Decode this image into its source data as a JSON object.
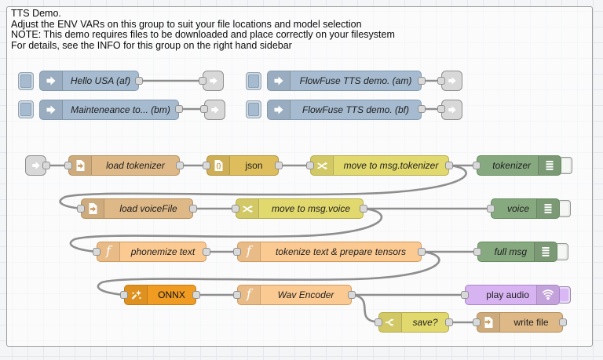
{
  "comment": {
    "line1": "TTS Demo.",
    "line2": "Adjust the ENV VARs on this group to suit your file locations and model selection",
    "line3": "NOTE: This demo requires files to be downloaded and place correctly on your filesystem",
    "line4": "For details, see the INFO for this group on the right hand sidebar"
  },
  "nodes": {
    "inject_hello": {
      "type": "inject",
      "label": "Hello USA (af)"
    },
    "inject_maintenance": {
      "type": "inject",
      "label": "Mainteneance to... (bm)"
    },
    "inject_flowfuse_am": {
      "type": "inject",
      "label": "FlowFuse TTS demo. (am)"
    },
    "inject_flowfuse_bf": {
      "type": "inject",
      "label": "FlowFuse TTS demo. (bf)"
    },
    "load_tokenizer": {
      "type": "file-in",
      "label": "load tokenizer"
    },
    "json": {
      "type": "json",
      "label": "json"
    },
    "move_tokenizer": {
      "type": "change",
      "label": "move to msg.tokenizer"
    },
    "debug_tokenizer": {
      "type": "debug",
      "label": "tokenizer"
    },
    "load_voicefile": {
      "type": "file-in",
      "label": "load voiceFile"
    },
    "move_voice": {
      "type": "change",
      "label": "move to msg.voice"
    },
    "debug_voice": {
      "type": "debug",
      "label": "voice"
    },
    "phonemize": {
      "type": "function",
      "label": "phonemize text"
    },
    "tokenize": {
      "type": "function",
      "label": "tokenize text & prepare tensors"
    },
    "debug_fullmsg": {
      "type": "debug",
      "label": "full msg"
    },
    "onnx": {
      "type": "onnx",
      "label": "ONNX"
    },
    "wav_encoder": {
      "type": "function",
      "label": "Wav Encoder"
    },
    "play_audio": {
      "type": "audio-out",
      "label": "play audio"
    },
    "save_switch": {
      "type": "switch",
      "label": "save?"
    },
    "write_file": {
      "type": "file-out",
      "label": "write file"
    }
  },
  "icons": {
    "inject": "arrow-right-icon",
    "link": "link-arrow-icon",
    "file_in": "file-read-icon",
    "file_out": "file-write-icon",
    "json": "json-braces-icon",
    "json_glyph": "{}",
    "change": "shuffle-icon",
    "switch": "branch-icon",
    "debug": "debug-list-icon",
    "function": "function-f-icon",
    "function_glyph": "f",
    "onnx": "magic-wand-icon",
    "audio": "sound-waves-icon"
  },
  "colors": {
    "inject": "#a6bbcf",
    "link": "#d8d8d8",
    "file": "#deb887",
    "json": "#debd5c",
    "change": "#e2d96e",
    "debug": "#87a980",
    "function": "#fbca92",
    "onnx": "#f09c23",
    "audio": "#d7b3f2",
    "wire": "#8e8e8e",
    "group_border": "#9d9d9d"
  }
}
